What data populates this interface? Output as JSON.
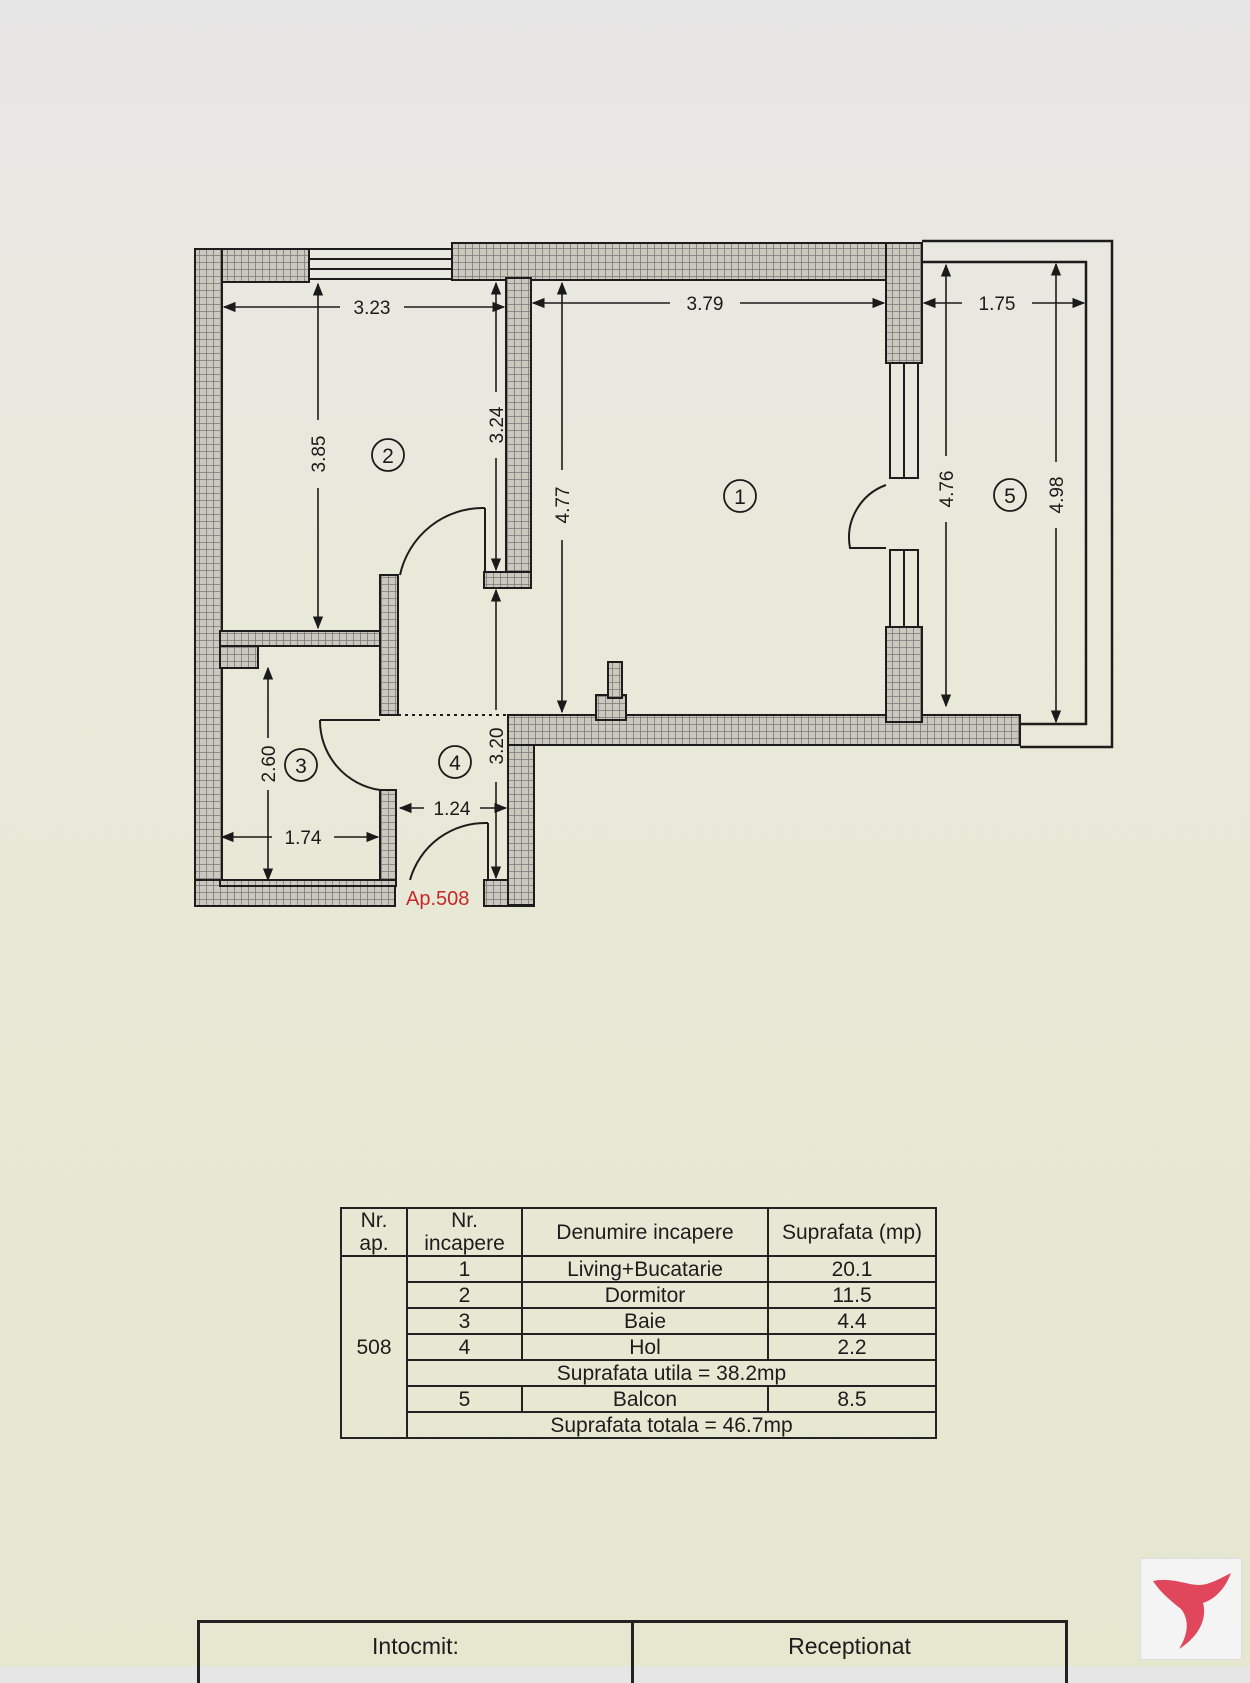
{
  "plan": {
    "apartment_label": "Ap.508",
    "dimensions": {
      "room2_width": "3.23",
      "room1_width": "3.79",
      "balcony_width": "1.75",
      "room2_height": "3.85",
      "room2_partition": "3.24",
      "room1_height": "4.77",
      "balcony_inner_height": "4.76",
      "balcony_outer_height": "4.98",
      "hall_height": "3.20",
      "bath_height": "2.60",
      "bath_width": "1.74",
      "hall_width": "1.24"
    },
    "room_numbers": {
      "r1": "1",
      "r2": "2",
      "r3": "3",
      "r4": "4",
      "r5": "5"
    }
  },
  "table": {
    "header": {
      "col1": "Nr. ap.",
      "col2": "Nr. incapere",
      "col3": "Denumire incapere",
      "col4": "Suprafata (mp)"
    },
    "apartment": "508",
    "rows": [
      {
        "nr": "1",
        "name": "Living+Bucatarie",
        "area": "20.1"
      },
      {
        "nr": "2",
        "name": "Dormitor",
        "area": "11.5"
      },
      {
        "nr": "3",
        "name": "Baie",
        "area": "4.4"
      },
      {
        "nr": "4",
        "name": "Hol",
        "area": "2.2"
      }
    ],
    "useful_total": "Suprafata utila = 38.2mp",
    "balcony": {
      "nr": "5",
      "name": "Balcon",
      "area": "8.5"
    },
    "grand_total": "Suprafata totala = 46.7mp"
  },
  "footer": {
    "left": "Intocmit:",
    "right": "Receptionat"
  },
  "colors": {
    "wall_fill": "#c9c9c0",
    "ink": "#1c1c1c",
    "label_red": "#c4282a",
    "logo_red": "#e1475c"
  },
  "icons": {
    "logo": "bird-logo-icon"
  }
}
